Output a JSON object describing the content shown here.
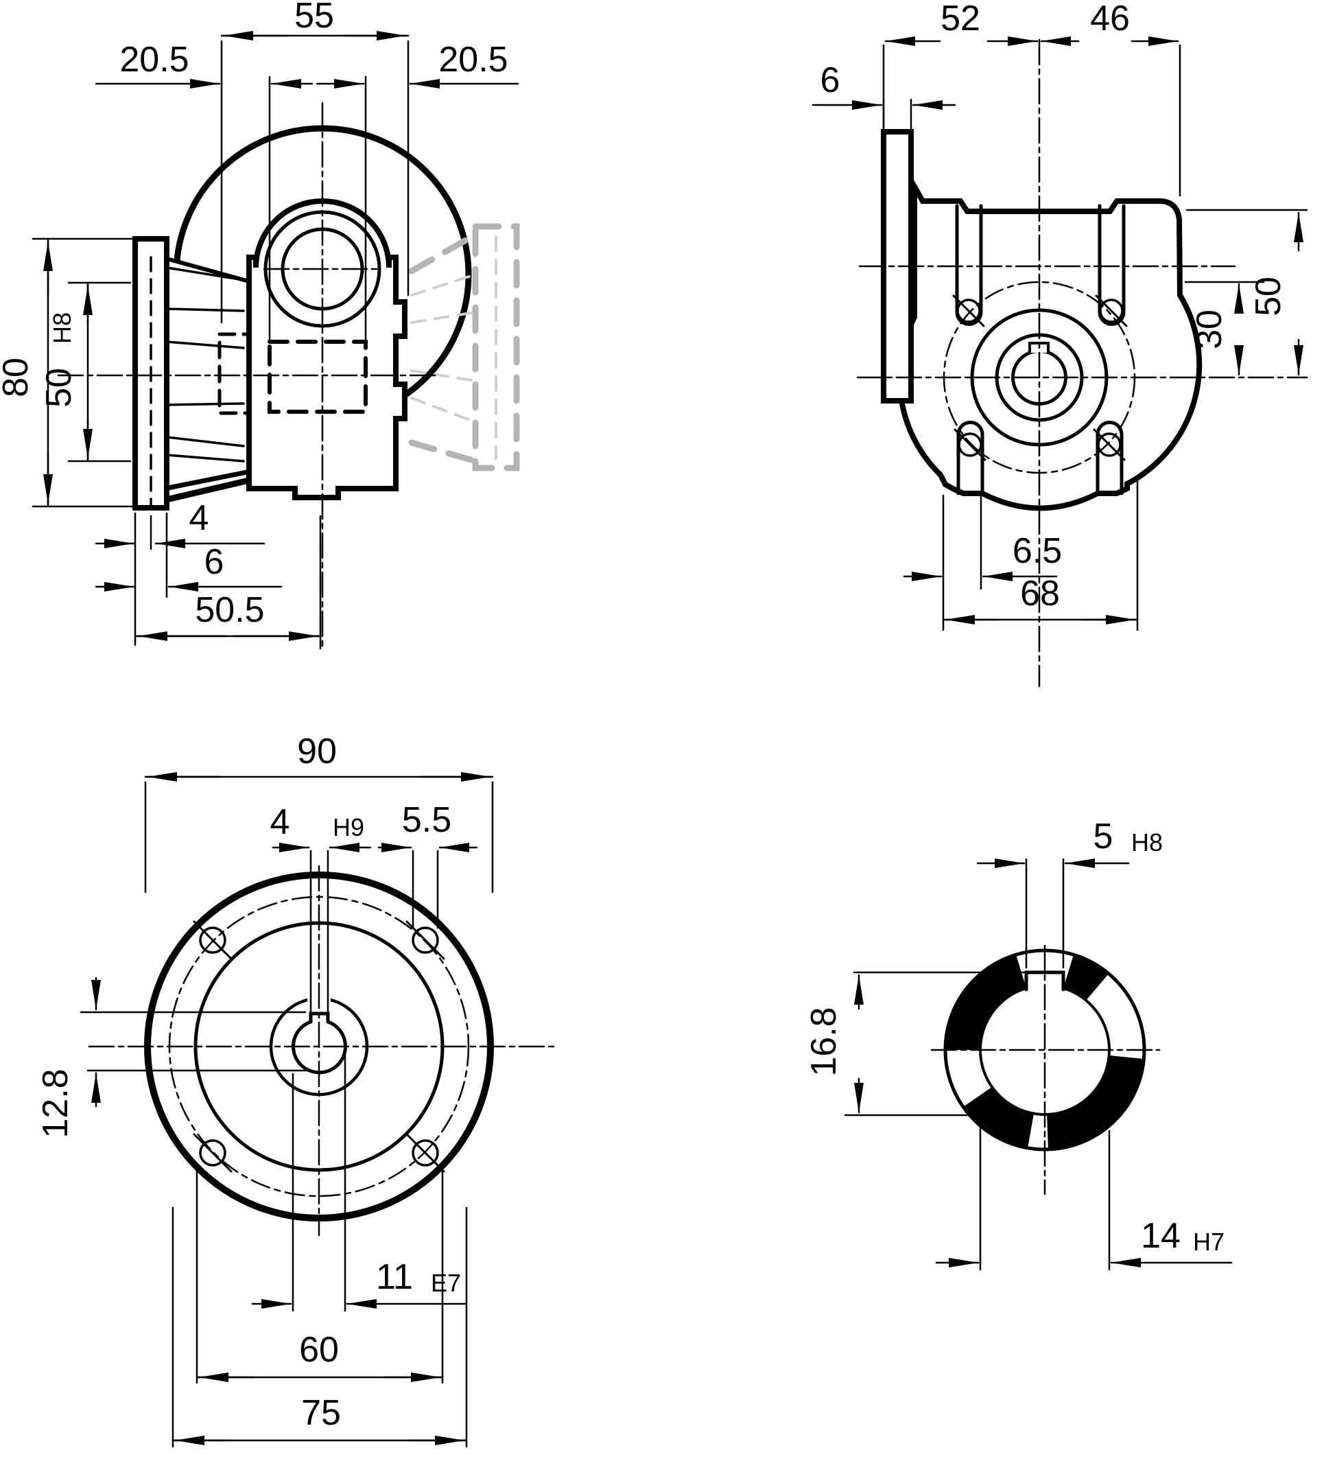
{
  "drawing_type": "engineering-dimension-drawing",
  "colors": {
    "background": "#ffffff",
    "lines": "#000000",
    "ghost_heavy": "#b4b4b4",
    "ghost_light": "#cfcfcf"
  },
  "views": {
    "side": {
      "name": "side view with motor flange",
      "dims": {
        "width_55": "55",
        "left_205": "20.5",
        "right_205": "20.5",
        "height_80": "80",
        "bore_50": "50",
        "bore_50_tol": "H8",
        "recess_4": "4",
        "flange_6": "6",
        "face_to_axis_505": "50.5"
      }
    },
    "front": {
      "name": "front view",
      "dims": {
        "left_52": "52",
        "right_46": "46",
        "flange_6": "6",
        "axis_to_top_50": "50",
        "axis_to_boss_30": "30",
        "slot_65": "6.5",
        "lug_span_68": "68"
      }
    },
    "flange": {
      "name": "output flange view",
      "dims": {
        "outer_90": "90",
        "key_4": "4",
        "key_4_tol": "H9",
        "hole_55": "5.5",
        "key_depth_128": "12.8",
        "bore_11": "11",
        "bore_11_tol": "E7",
        "pilot_60": "60",
        "bolt_circle_75": "75"
      }
    },
    "shaft": {
      "name": "hollow shaft bore section",
      "dims": {
        "key_5": "5",
        "key_5_tol": "H8",
        "key_depth_168": "16.8",
        "bore_14": "14",
        "bore_14_tol": "H7"
      }
    }
  }
}
